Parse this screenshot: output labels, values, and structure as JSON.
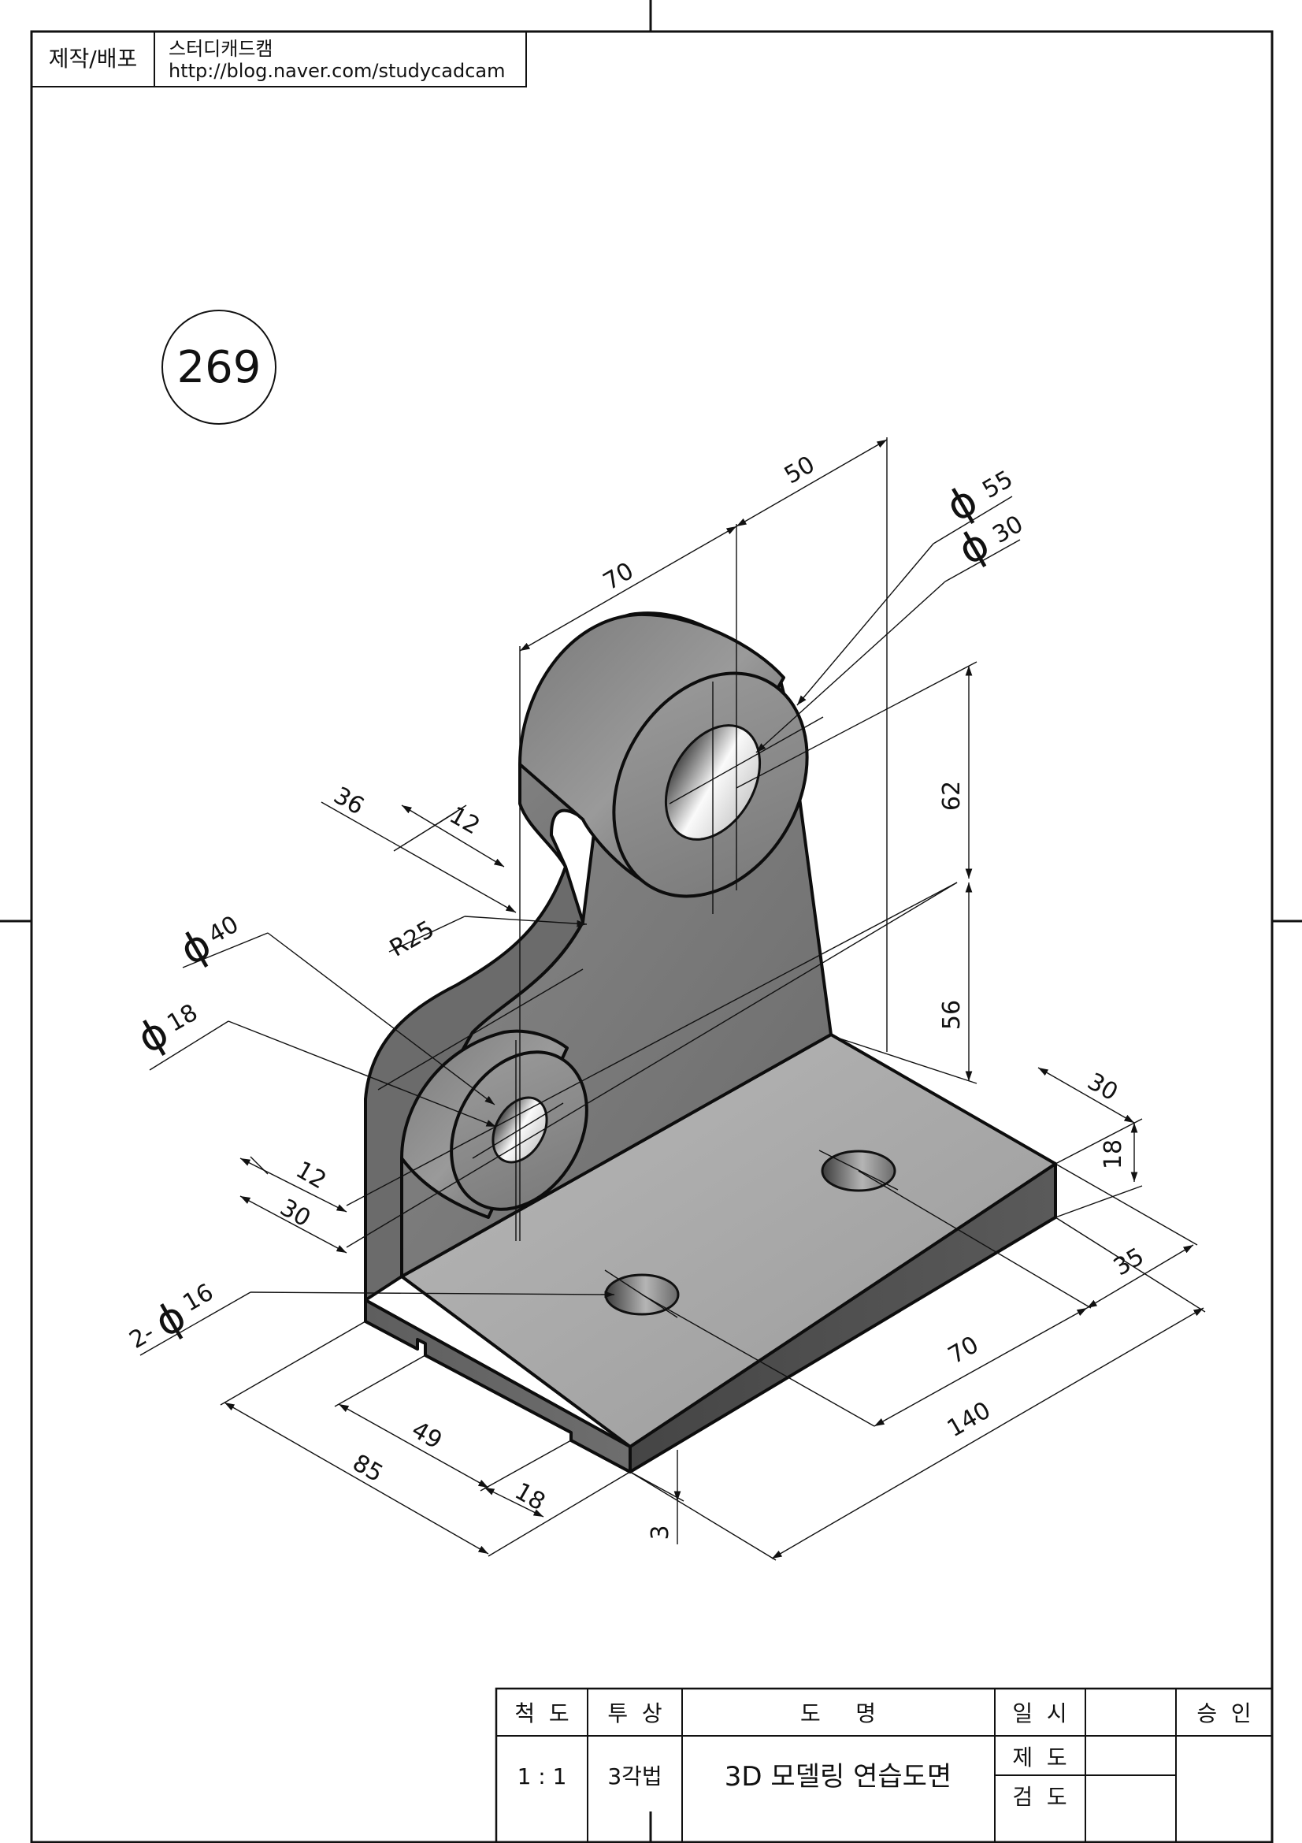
{
  "header": {
    "label": "제작/배포",
    "org": "스터디캐드캠",
    "url": "http://blog.naver.com/studycadcam"
  },
  "drawing_number": "269",
  "dimensions": {
    "d50": "50",
    "d70_top": "70",
    "phi55": "55",
    "phi30": "30",
    "d62": "62",
    "d56": "56",
    "d36": "36",
    "d12_top": "12",
    "r25": "R25",
    "phi40": "40",
    "phi18": "18",
    "d12_left": "12",
    "d30_left": "30",
    "holes": "2-",
    "phi16": "16",
    "d30_right": "30",
    "d18_right": "18",
    "d35": "35",
    "d70_bottom": "70",
    "d140": "140",
    "d49": "49",
    "d85": "85",
    "d18_bottom": "18",
    "d3": "3"
  },
  "title_block": {
    "scale_label": "척  도",
    "projection_label": "투  상",
    "name_label": "도     명",
    "date_label": "일  시",
    "approve_label": "승  인",
    "scale_value": "1 : 1",
    "projection_value": "3각법",
    "name_value": "3D 모델링 연습도면",
    "drawn_label": "제  도",
    "checked_label": "검  도"
  },
  "colors": {
    "ink": "#111111",
    "body_light": "#a4a4a4",
    "body_mid": "#7c7c7c",
    "body_dark": "#4d4d4d",
    "hole_light": "#f4f4f4",
    "hole_dark": "#555555"
  }
}
